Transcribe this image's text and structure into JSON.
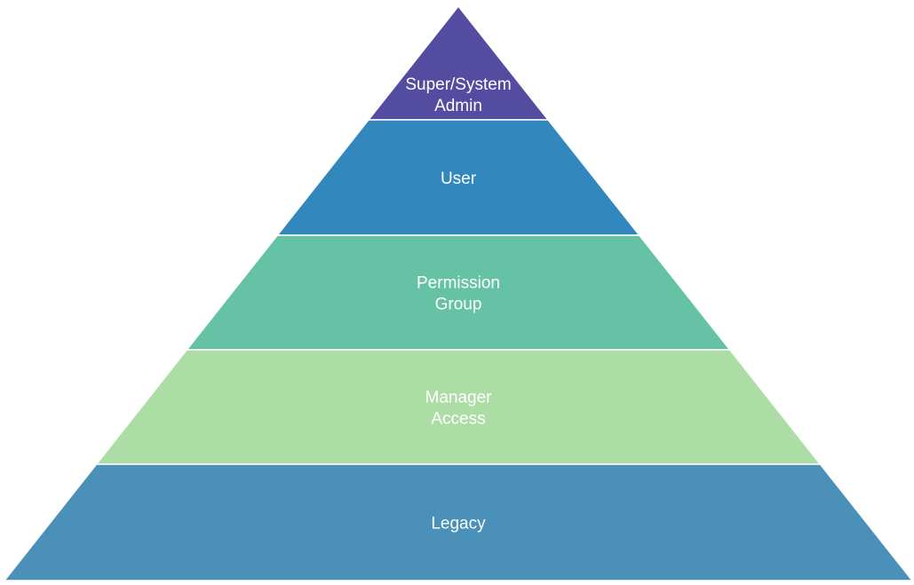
{
  "diagram": {
    "type": "pyramid",
    "tiers": [
      {
        "lines": [
          "Super/System",
          "Admin"
        ],
        "color": "#534CA1"
      },
      {
        "lines": [
          "User"
        ],
        "color": "#3288BD"
      },
      {
        "lines": [
          "Permission",
          "Group"
        ],
        "color": "#66C2A5"
      },
      {
        "lines": [
          "Manager",
          "Access"
        ],
        "color": "#ABDDA4"
      },
      {
        "lines": [
          "Legacy"
        ],
        "color": "#4A90B8"
      }
    ]
  }
}
